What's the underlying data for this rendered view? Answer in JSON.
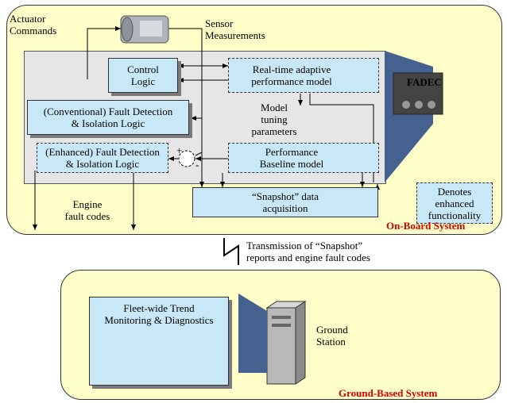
{
  "onboard": {
    "actuator_commands": "Actuator\nCommands",
    "sensor_measurements": "Sensor\nMeasurements",
    "control_logic": "Control\nLogic",
    "adaptive_model": "Real-time adaptive\nperformance model",
    "conventional_fdi": "(Conventional) Fault Detection\n& Isolation Logic",
    "model_tuning": "Model\ntuning\nparameters",
    "enhanced_fdi": "(Enhanced) Fault Detection\n& Isolation Logic",
    "baseline_model": "Performance\nBaseline model",
    "fadec": "FADEC",
    "denotes": "Denotes\nenhanced\nfunctionality",
    "engine_fault_codes": "Engine\nfault codes",
    "snapshot": "“Snapshot” data\nacquisition",
    "title": "On-Board System",
    "plus": "+",
    "minus": "-"
  },
  "transmission": "Transmission of “Snapshot”\nreports and engine fault codes",
  "ground": {
    "trend": "Fleet-wide Trend\nMonitoring & Diagnostics",
    "station": "Ground\nStation",
    "title": "Ground-Based System"
  }
}
